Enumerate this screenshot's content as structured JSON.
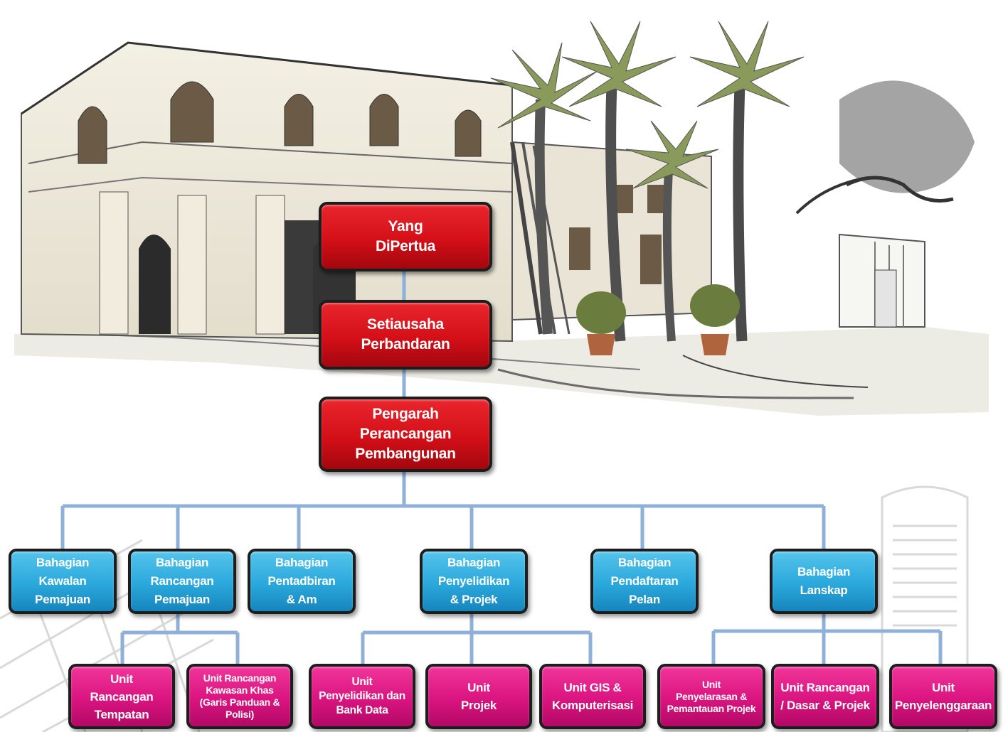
{
  "diagram": {
    "top": [
      {
        "id": "yang-dipertua",
        "label": "Yang\nDiPertua"
      },
      {
        "id": "setiausaha",
        "label": "Setiausaha\nPerbandaran"
      },
      {
        "id": "pengarah",
        "label": "Pengarah\nPerancangan\nPembangunan"
      }
    ],
    "divisions": [
      {
        "id": "kawalan",
        "label": "Bahagian\nKawalan\nPemajuan"
      },
      {
        "id": "rancangan",
        "label": "Bahagian\nRancangan\nPemajuan"
      },
      {
        "id": "pentadbiran",
        "label": "Bahagian\nPentadbiran\n& Am"
      },
      {
        "id": "penyelidikan",
        "label": "Bahagian\nPenyelidikan\n& Projek"
      },
      {
        "id": "pendaftaran",
        "label": "Bahagian\nPendaftaran\nPelan"
      },
      {
        "id": "lanskap",
        "label": "Bahagian\nLanskap"
      }
    ],
    "units": [
      {
        "id": "unit-rancangan-tempatan",
        "parent": "rancangan",
        "label": "Unit\nRancangan\nTempatan"
      },
      {
        "id": "unit-kawasan-khas",
        "parent": "rancangan",
        "label": "Unit Rancangan\nKawasan Khas\n(Garis Panduan &\nPolisi)"
      },
      {
        "id": "unit-penyelidikan",
        "parent": "penyelidikan",
        "label": "Unit\nPenyelidikan dan\nBank Data"
      },
      {
        "id": "unit-projek",
        "parent": "penyelidikan",
        "label": "Unit\nProjek"
      },
      {
        "id": "unit-gis",
        "parent": "penyelidikan",
        "label": "Unit GIS &\nKomputerisasi"
      },
      {
        "id": "unit-penyelarasan",
        "parent": "lanskap",
        "label": "Unit\nPenyelarasan &\nPemantauan Projek"
      },
      {
        "id": "unit-dasar",
        "parent": "lanskap",
        "label": "Unit Rancangan\n/ Dasar & Projek"
      },
      {
        "id": "unit-penyelenggaraan",
        "parent": "lanskap",
        "label": "Unit\nPenyelenggaraan"
      }
    ]
  },
  "colors": {
    "connector": "#8fb1d9",
    "red": "#d40f18",
    "blue": "#2aa8dc",
    "magenta": "#da1480"
  },
  "background_image": "sketch-building-palm-trees"
}
